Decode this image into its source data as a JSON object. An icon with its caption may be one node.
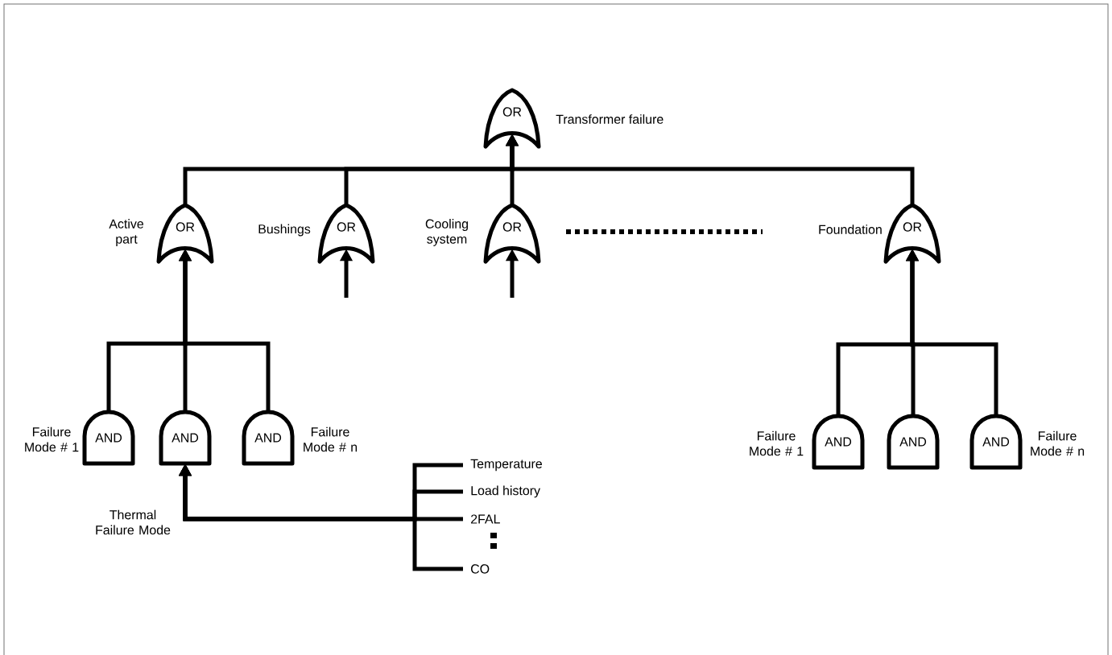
{
  "diagram": {
    "nodes": [
      {
        "text": [
          "OR"
        ],
        "beside": [
          "Transformer failure"
        ]
      },
      {
        "text": [
          "OR"
        ],
        "beside": [
          "Active part"
        ]
      },
      {
        "text": [
          "OR"
        ],
        "beside": [
          "Bushings"
        ]
      },
      {
        "text": [
          "OR"
        ],
        "beside": [
          "Cooling system"
        ]
      },
      {
        "text": [
          "OR"
        ],
        "beside": [
          "Foundation"
        ]
      },
      {
        "text": [
          "AND"
        ],
        "beside": [
          "Failure Mode # 1"
        ]
      },
      {
        "text": [
          "AND"
        ],
        "beside": [
          "Thermal Failure Mode"
        ]
      },
      {
        "text": [
          "AND"
        ],
        "beside": [
          "Failure Mode # n"
        ]
      },
      {
        "text": [
          "AND"
        ],
        "beside": [
          "Failure Mode # 1"
        ]
      },
      {
        "text": [
          "AND"
        ]
      },
      {
        "text": [
          "AND"
        ],
        "beside": [
          "Failure Mode # n"
        ]
      },
      {
        "text": [
          "Temperature"
        ]
      },
      {
        "text": [
          "Load history"
        ]
      },
      {
        "text": [
          "2FAL"
        ]
      },
      {
        "text": [
          "CO"
        ]
      }
    ],
    "edges": [
      {
        "from": 1,
        "to": 0,
        "arrow": "to"
      },
      {
        "from": 2,
        "to": 0,
        "arrow": "to"
      },
      {
        "from": 3,
        "to": 0,
        "arrow": "to"
      },
      {
        "from": 4,
        "to": 0,
        "arrow": "to"
      },
      {
        "from": null,
        "to": 2,
        "arrow": "to"
      },
      {
        "from": null,
        "to": 3,
        "arrow": "to"
      },
      {
        "from": 5,
        "to": 1,
        "arrow": "to"
      },
      {
        "from": 6,
        "to": 1,
        "arrow": "to"
      },
      {
        "from": 7,
        "to": 1,
        "arrow": "to"
      },
      {
        "from": 8,
        "to": 4,
        "arrow": "to"
      },
      {
        "from": 9,
        "to": 4,
        "arrow": "to"
      },
      {
        "from": 10,
        "to": 4,
        "arrow": "to"
      },
      {
        "from": 11,
        "to": 6,
        "arrow": "to"
      },
      {
        "from": 12,
        "to": 6,
        "arrow": "to"
      },
      {
        "from": 13,
        "to": 6,
        "arrow": "to"
      },
      {
        "from": 14,
        "to": 6,
        "arrow": "to"
      }
    ]
  }
}
